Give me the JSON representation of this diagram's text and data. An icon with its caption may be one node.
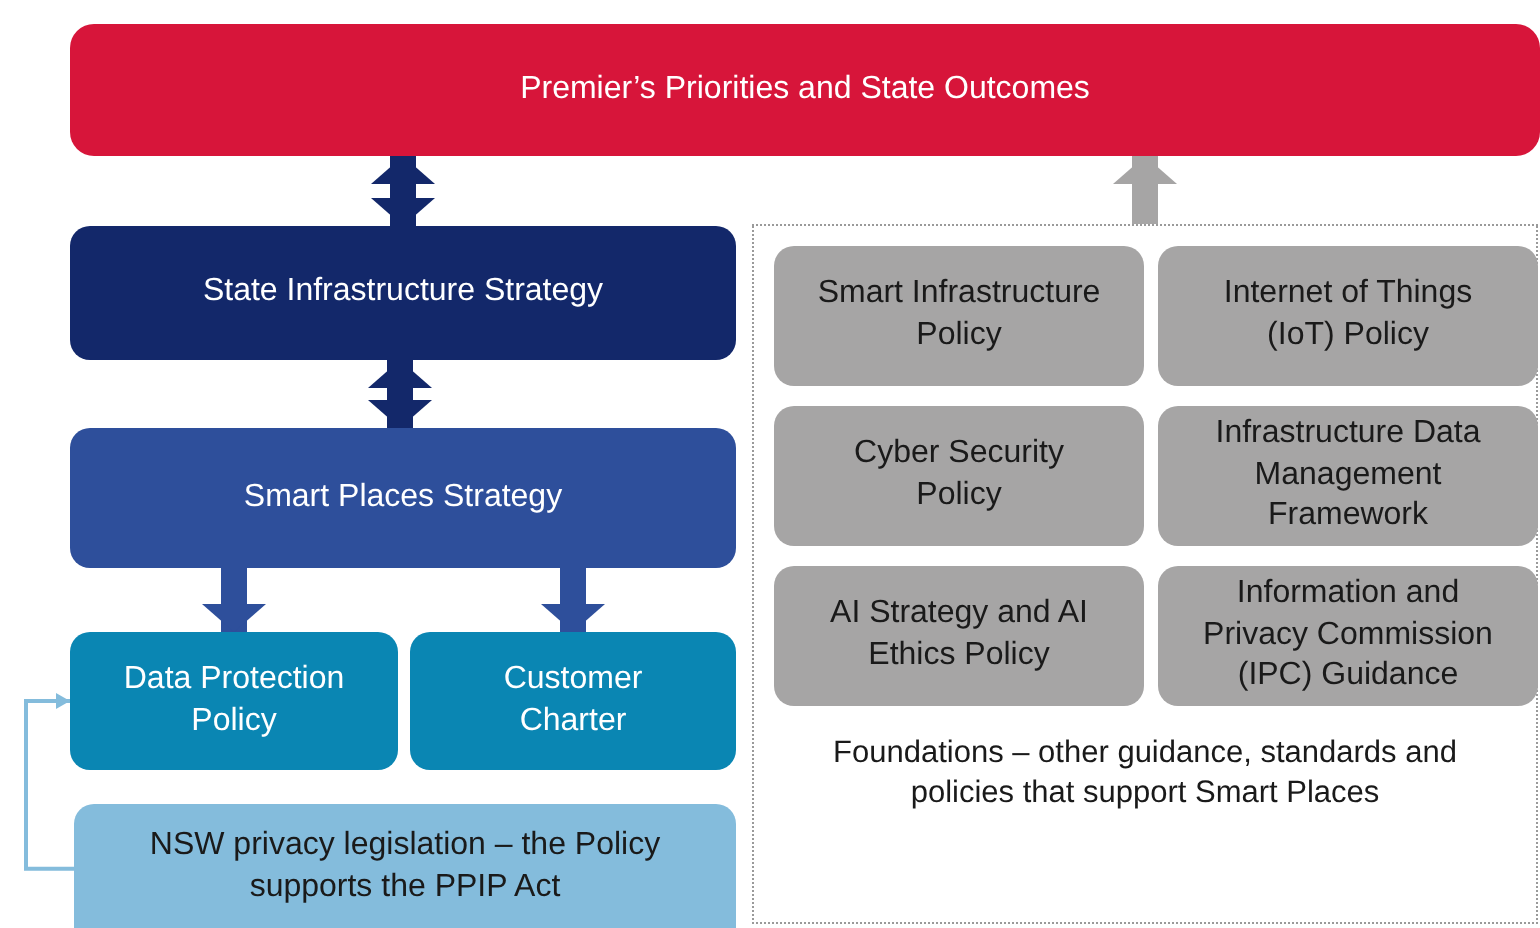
{
  "diagram": {
    "nodes": [
      {
        "text": [
          "Premier’s Priorities and State Outcomes"
        ]
      },
      {
        "text": [
          "State Infrastructure Strategy"
        ]
      },
      {
        "text": [
          "Smart Places Strategy"
        ]
      },
      {
        "text": [
          "Data Protection Policy"
        ]
      },
      {
        "text": [
          "Customer Charter"
        ]
      },
      {
        "text": [
          "NSW privacy legislation – the Policy supports the PPIP Act"
        ]
      },
      {
        "text": [
          "Foundations – other guidance, standards and policies that support Smart Places"
        ]
      },
      {
        "text": [
          "Smart Infrastructure Policy"
        ],
        "in": 6
      },
      {
        "text": [
          "Internet of Things (IoT) Policy"
        ],
        "in": 6
      },
      {
        "text": [
          "Cyber Security Policy"
        ],
        "in": 6
      },
      {
        "text": [
          "Infrastructure Data Management Framework"
        ],
        "in": 6
      },
      {
        "text": [
          "AI Strategy and AI Ethics Policy"
        ],
        "in": 6
      },
      {
        "text": [
          "Information and Privacy Commission (IPC) Guidance"
        ],
        "in": 6
      }
    ],
    "edges": [
      {
        "from": 0,
        "to": 1,
        "arrow": "both",
        "color": "#13286a"
      },
      {
        "from": 1,
        "to": 2,
        "arrow": "both",
        "color": "#13286a"
      },
      {
        "from": 2,
        "to": 3,
        "arrow": "to",
        "color": "#2e4f9b"
      },
      {
        "from": 2,
        "to": 4,
        "arrow": "to",
        "color": "#2e4f9b"
      },
      {
        "from": 6,
        "to": 0,
        "arrow": "to",
        "color": "#a6a5a5"
      },
      {
        "from": 5,
        "to": 3,
        "arrow": "to",
        "color": "#84bcdc"
      }
    ]
  }
}
